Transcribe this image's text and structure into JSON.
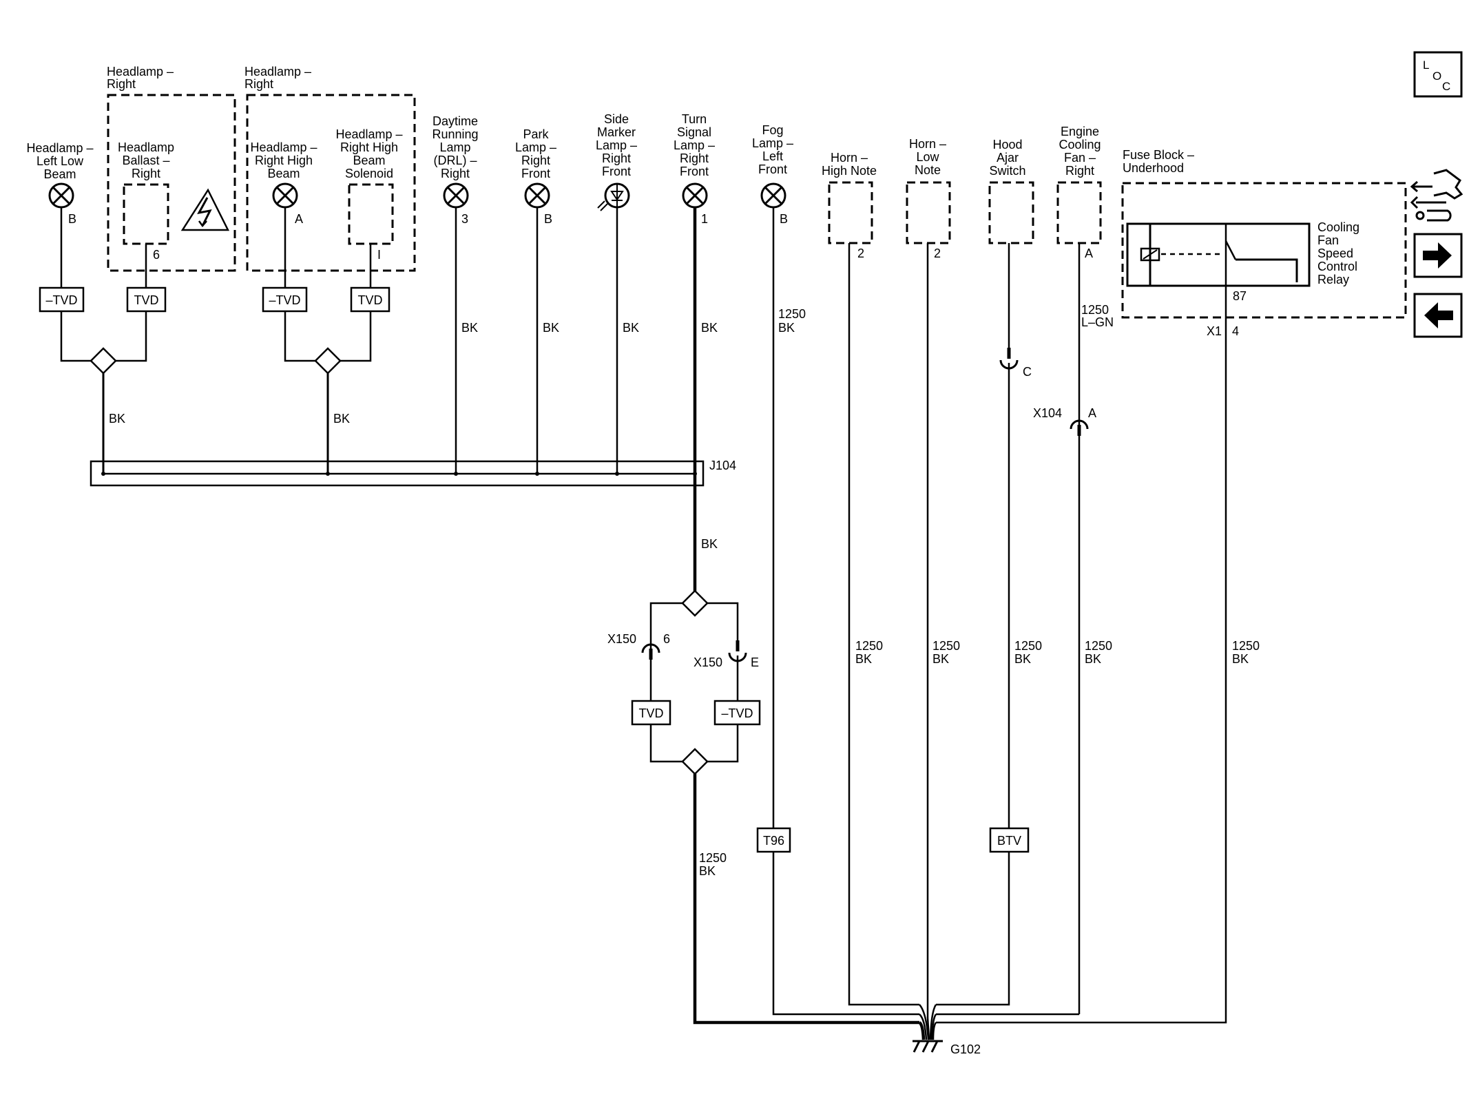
{
  "ground": "G102",
  "splice": "J104",
  "loc": {
    "l": "L",
    "o": "O",
    "c": "C"
  },
  "components": {
    "hl_left_low": [
      "Headlamp –",
      "Left Low",
      "Beam"
    ],
    "hl_right_group": [
      "Headlamp –",
      "Right"
    ],
    "ballast": [
      "Headlamp",
      "Ballast –",
      "Right"
    ],
    "hl_right_group2": [
      "Headlamp –",
      "Right"
    ],
    "hl_right_high": [
      "Headlamp –",
      "Right High",
      "Beam"
    ],
    "solenoid": [
      "Headlamp –",
      "Right High",
      "Beam",
      "Solenoid"
    ],
    "drl": [
      "Daytime",
      "Running",
      "Lamp",
      "(DRL) –",
      "Right"
    ],
    "park": [
      "Park",
      "Lamp –",
      "Right",
      "Front"
    ],
    "side_marker": [
      "Side",
      "Marker",
      "Lamp –",
      "Right",
      "Front"
    ],
    "turn": [
      "Turn",
      "Signal",
      "Lamp –",
      "Right",
      "Front"
    ],
    "fog": [
      "Fog",
      "Lamp –",
      "Left",
      "Front"
    ],
    "horn_high": [
      "Horn –",
      "High Note"
    ],
    "horn_low": [
      "Horn –",
      "Low",
      "Note"
    ],
    "hood": [
      "Hood",
      "Ajar",
      "Switch"
    ],
    "fan": [
      "Engine",
      "Cooling",
      "Fan –",
      "Right"
    ],
    "fuse_block": [
      "Fuse Block –",
      "Underhood"
    ],
    "relay": [
      "Cooling",
      "Fan",
      "Speed",
      "Control",
      "Relay"
    ]
  },
  "pins": {
    "hl_left": "B",
    "ballast": "6",
    "hl_right_high": "A",
    "solenoid": "I",
    "drl": "3",
    "park": "B",
    "turn": "1",
    "fog": "B",
    "horn_high": "2",
    "horn_low": "2",
    "fan": "A",
    "relay": "87",
    "x1": "X1",
    "x1_pin": "4"
  },
  "connectors": {
    "x150": "X150",
    "x150_pin6": "6",
    "x150_pinE": "E",
    "x104": "X104",
    "x104_pin": "A",
    "hood_pin": "C"
  },
  "wires": {
    "bk": "BK",
    "size": "1250",
    "lgn": "L–GN"
  },
  "options": {
    "ntvd": "–TVD",
    "tvd": "TVD",
    "t96": "T96",
    "btv": "BTV"
  }
}
